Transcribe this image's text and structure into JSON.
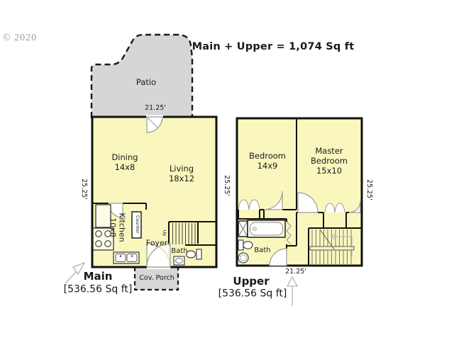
{
  "watermark": "© 2020",
  "title": "Main + Upper = 1,074 Sq ft",
  "colors": {
    "room_fill": "#faf7be",
    "outdoor_fill": "#d6d6d6",
    "wall": "#111111"
  },
  "main_floor": {
    "label": "Main",
    "area": "[536.56 Sq ft]",
    "patio": "Patio",
    "porch": "Cov. Porch",
    "top_width": "21.25'",
    "left_height": "25.25'",
    "right_height": "25.25'",
    "dining_name": "Dining",
    "dining_dims": "14x8",
    "living_name": "Living",
    "living_dims": "18x12",
    "kitchen_name": "Kitchen",
    "kitchen_dims": "10x8",
    "counter": "Counter",
    "foyer": "Foyer",
    "up": "Up",
    "bath": "Bath"
  },
  "upper_floor": {
    "label": "Upper",
    "area": "[536.56 Sq ft]",
    "bottom_width": "21.25'",
    "right_height": "25.25'",
    "bedroom_name": "Bedroom",
    "bedroom_dims": "14x9",
    "master_line1": "Master",
    "master_line2": "Bedroom",
    "master_dims": "15x10",
    "bath": "Bath"
  }
}
